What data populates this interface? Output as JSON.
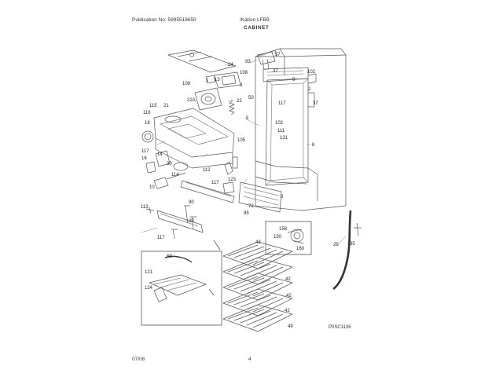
{
  "header": {
    "publication": "Publication No: 5995518650",
    "model": "/Kation LFB9",
    "section": "CABINET"
  },
  "footer": {
    "date": "07/08",
    "page": "4",
    "figure_code": "P0SC1136"
  },
  "callouts": [
    {
      "id": "c57",
      "text": "57"
    },
    {
      "id": "c24",
      "text": "24"
    },
    {
      "id": "c93",
      "text": "93"
    },
    {
      "id": "c37a",
      "text": "37"
    },
    {
      "id": "c108a",
      "text": "108"
    },
    {
      "id": "c102a",
      "text": "102"
    },
    {
      "id": "c9",
      "text": "9"
    },
    {
      "id": "c1",
      "text": "1"
    },
    {
      "id": "c13",
      "text": "13"
    },
    {
      "id": "c109",
      "text": "109"
    },
    {
      "id": "c3",
      "text": "3"
    },
    {
      "id": "c2",
      "text": "2"
    },
    {
      "id": "c37b",
      "text": "37"
    },
    {
      "id": "c22a",
      "text": "22A"
    },
    {
      "id": "c50",
      "text": "50"
    },
    {
      "id": "c22",
      "text": "22"
    },
    {
      "id": "c115",
      "text": "115"
    },
    {
      "id": "c21",
      "text": "21"
    },
    {
      "id": "c117a",
      "text": "117"
    },
    {
      "id": "c116",
      "text": "116"
    },
    {
      "id": "c5",
      "text": "5"
    },
    {
      "id": "c18",
      "text": "18"
    },
    {
      "id": "c102b",
      "text": "102"
    },
    {
      "id": "c111",
      "text": "111"
    },
    {
      "id": "c131",
      "text": "131"
    },
    {
      "id": "c6",
      "text": "6"
    },
    {
      "id": "c117b",
      "text": "117"
    },
    {
      "id": "c14",
      "text": "14"
    },
    {
      "id": "c105",
      "text": "105"
    },
    {
      "id": "c16",
      "text": "16"
    },
    {
      "id": "c30",
      "text": "30"
    },
    {
      "id": "c112",
      "text": "112"
    },
    {
      "id": "c114",
      "text": "114"
    },
    {
      "id": "c10",
      "text": "10"
    },
    {
      "id": "c117c",
      "text": "117"
    },
    {
      "id": "c123",
      "text": "123"
    },
    {
      "id": "c8",
      "text": "8"
    },
    {
      "id": "c90",
      "text": "90"
    },
    {
      "id": "c113",
      "text": "113"
    },
    {
      "id": "c72",
      "text": "72"
    },
    {
      "id": "c130",
      "text": "130"
    },
    {
      "id": "c95",
      "text": "95"
    },
    {
      "id": "c117d",
      "text": "117"
    },
    {
      "id": "c43",
      "text": "43"
    },
    {
      "id": "c158",
      "text": "158"
    },
    {
      "id": "c150",
      "text": "150"
    },
    {
      "id": "c160",
      "text": "160"
    },
    {
      "id": "c28",
      "text": "28"
    },
    {
      "id": "c35",
      "text": "35"
    },
    {
      "id": "c42a",
      "text": "42"
    },
    {
      "id": "c42b",
      "text": "42"
    },
    {
      "id": "c42c",
      "text": "42"
    },
    {
      "id": "c49",
      "text": "49"
    },
    {
      "id": "c121",
      "text": "121"
    },
    {
      "id": "c124",
      "text": "124"
    },
    {
      "id": "c69",
      "text": "69"
    }
  ]
}
